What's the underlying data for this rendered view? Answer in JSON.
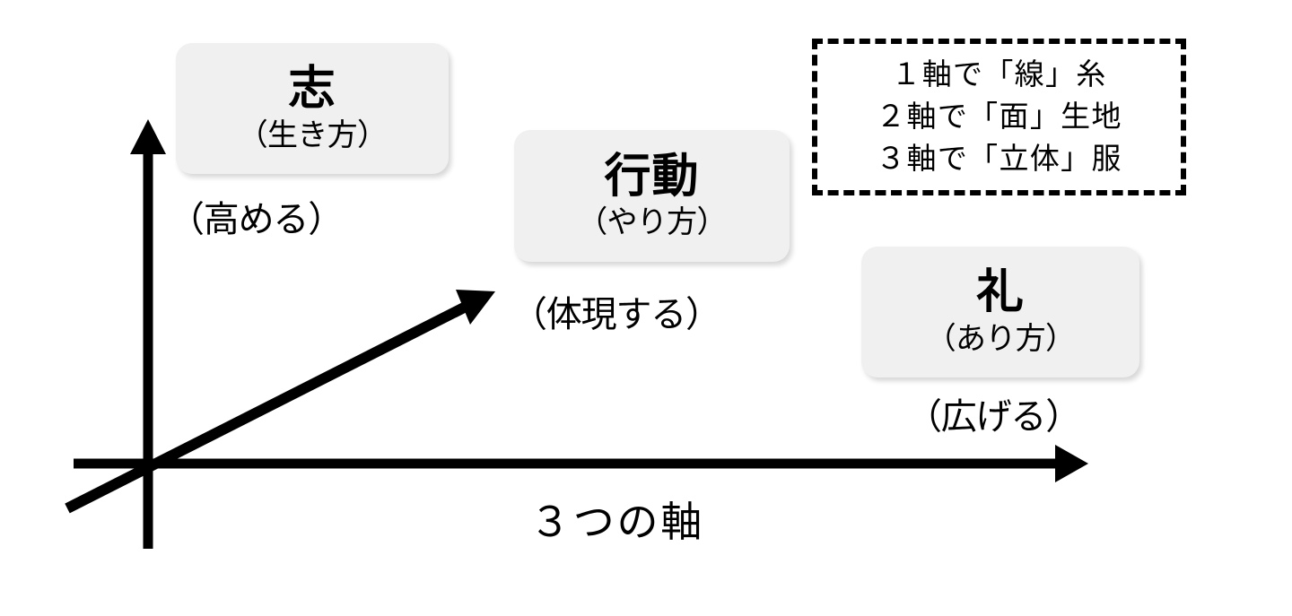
{
  "diagram": {
    "title": "3つの軸",
    "bottom_caption": "３つの軸",
    "background_color": "#ffffff",
    "stroke_color": "#000000",
    "box_fill_color": "#f0f0f0"
  },
  "axes": {
    "y_axis": {
      "name": "vertical-axis",
      "caption": "（高める）",
      "arrow_direction": "up"
    },
    "x_axis": {
      "name": "horizontal-axis",
      "caption": "（広げる）",
      "arrow_direction": "right"
    },
    "diagonal_axis": {
      "name": "diagonal-axis",
      "caption": "（体現する）",
      "arrow_direction": "up-right"
    }
  },
  "concepts": [
    {
      "id": "kokorozashi",
      "title": "志",
      "subtitle": "（生き方）",
      "axis": "y_axis"
    },
    {
      "id": "kodou",
      "title": "行動",
      "subtitle": "（やり方）",
      "axis": "diagonal_axis"
    },
    {
      "id": "rei",
      "title": "礼",
      "subtitle": "（あり方）",
      "axis": "x_axis"
    }
  ],
  "note": {
    "style": "dashed-border",
    "lines": [
      "１軸で「線」糸",
      "２軸で「面」生地",
      "３軸で「立体」服"
    ]
  }
}
